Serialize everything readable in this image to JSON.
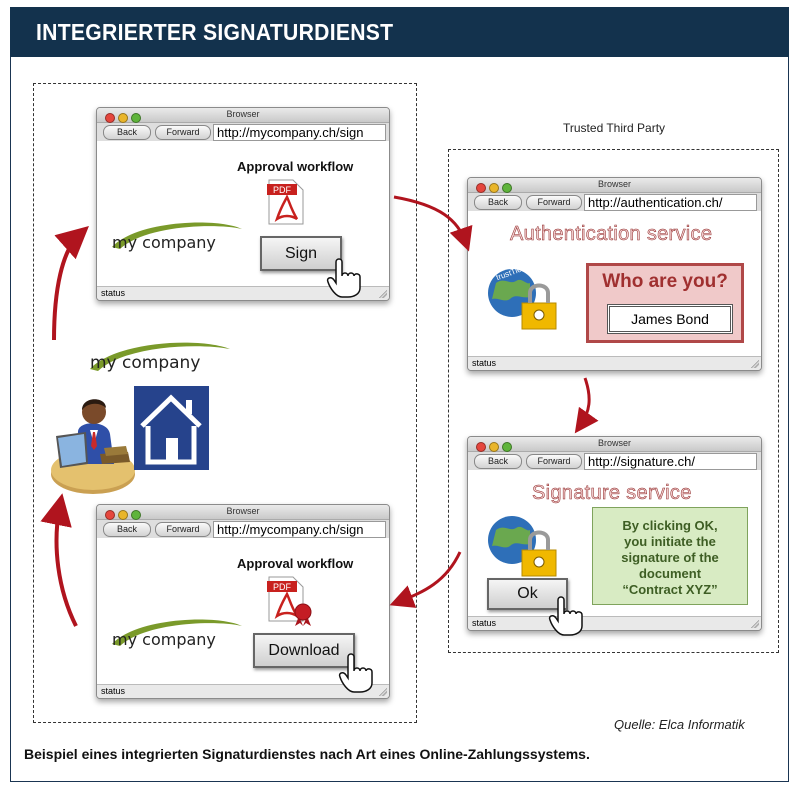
{
  "header": {
    "title": "INTEGRIERTER SIGNATURDIENST"
  },
  "trusted_party_label": "Trusted Third Party",
  "browser_common": {
    "title": "Browser",
    "back": "Back",
    "forward": "Forward",
    "status": "status"
  },
  "browser_sign": {
    "url": "http://mycompany.ch/sign",
    "workflow": "Approval workflow",
    "pdf": "PDF",
    "logo": "my company",
    "button": "Sign"
  },
  "browser_auth": {
    "url": "http://authentication.ch/",
    "service": "Authentication service",
    "question": "Who are you?",
    "answer": "James Bond",
    "trustlogo": "trustTier"
  },
  "browser_signature": {
    "url": "http://signature.ch/",
    "service": "Signature service",
    "message_lines": [
      "By clicking OK,",
      "you initiate the",
      "signature of the",
      "document",
      "“Contract XYZ”"
    ],
    "button": "Ok"
  },
  "browser_download": {
    "url": "http://mycompany.ch/sign",
    "workflow": "Approval workflow",
    "pdf": "PDF",
    "logo": "my company",
    "button": "Download"
  },
  "user_logo": "my company",
  "source": "Quelle: Elca Informatik",
  "caption": "Beispiel eines integrierten Signaturdienstes nach Art eines Online-Zahlungssystems.",
  "colors": {
    "header_bg": "#13324d",
    "arrow": "#b0141e",
    "service_text": "#c23a3a",
    "swoosh": "#7a9a2a"
  }
}
